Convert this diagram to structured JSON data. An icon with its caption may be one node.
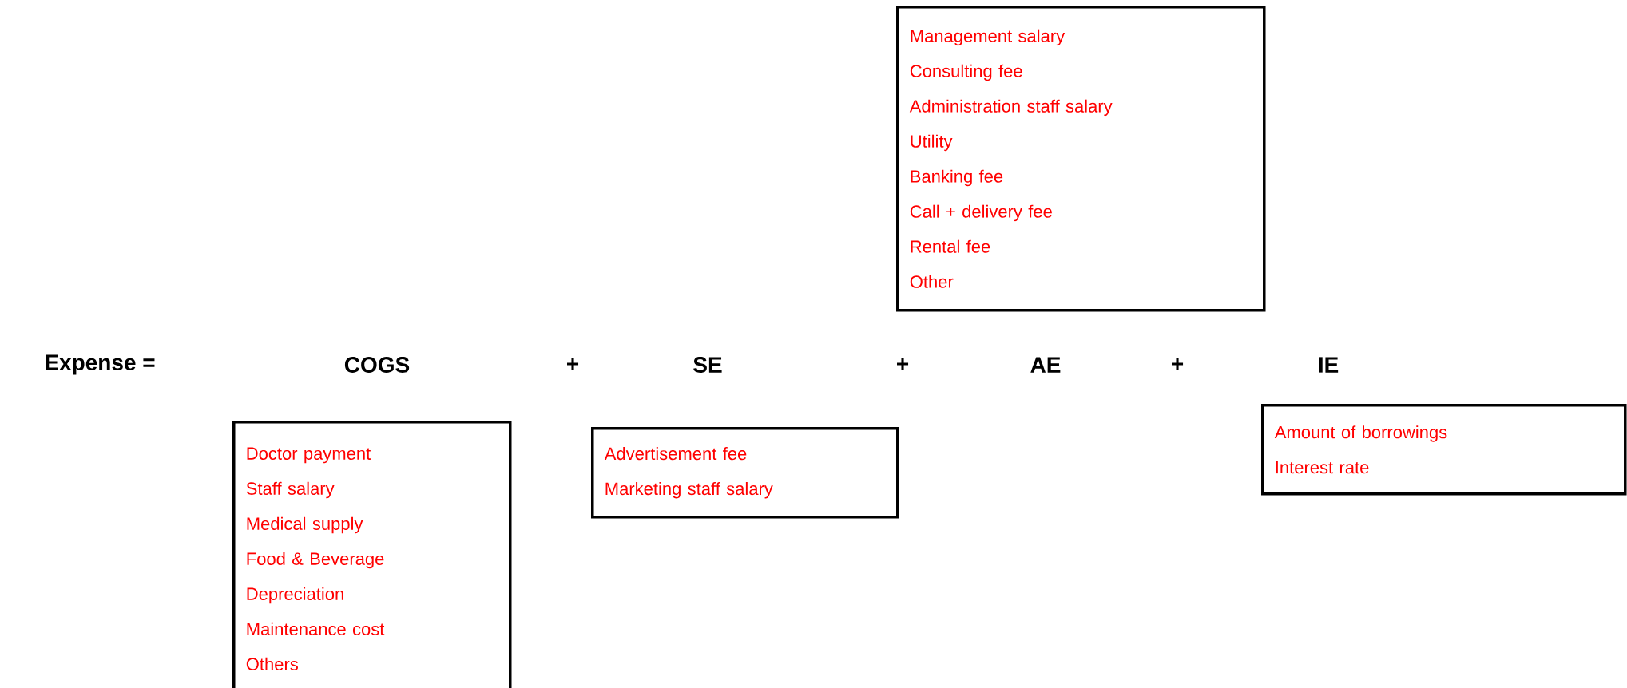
{
  "diagram": {
    "nodes": [
      {
        "text": [
          "Management salary",
          "Consulting fee",
          "Administration staff salary",
          "Utility",
          "Banking fee",
          "Call + delivery fee",
          "Rental fee",
          "Other"
        ]
      },
      {
        "text": [
          "Doctor payment",
          "Staff salary",
          "Medical supply",
          "Food & Beverage",
          "Depreciation",
          "Maintenance cost",
          "Others"
        ]
      },
      {
        "text": [
          "Advertisement fee",
          "Marketing staff salary"
        ]
      },
      {
        "text": [
          "Amount of borrowings",
          "Interest rate"
        ]
      }
    ],
    "edges": [],
    "labels": [
      "Expense =",
      "COGS",
      "+",
      "SE",
      "+",
      "AE",
      "+",
      "IE"
    ]
  }
}
